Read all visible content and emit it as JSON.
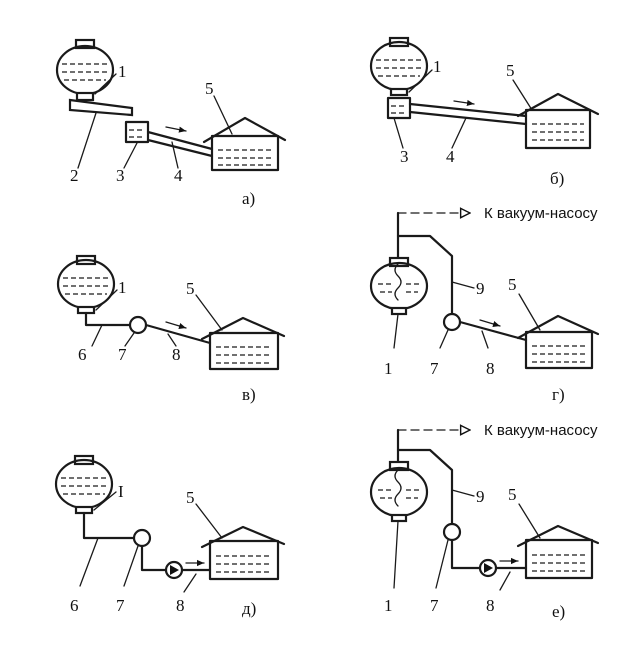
{
  "panels": {
    "a": "а)",
    "b": "б)",
    "v": "в)",
    "g": "г)",
    "d": "д)",
    "e": "е)"
  },
  "vacuum_label": "К вакуум-насосу",
  "labels": {
    "n1": "1",
    "n1_alt": "I",
    "n2": "2",
    "n3": "3",
    "n4": "4",
    "n5": "5",
    "n6": "6",
    "n7": "7",
    "n8": "8",
    "n9": "9"
  }
}
